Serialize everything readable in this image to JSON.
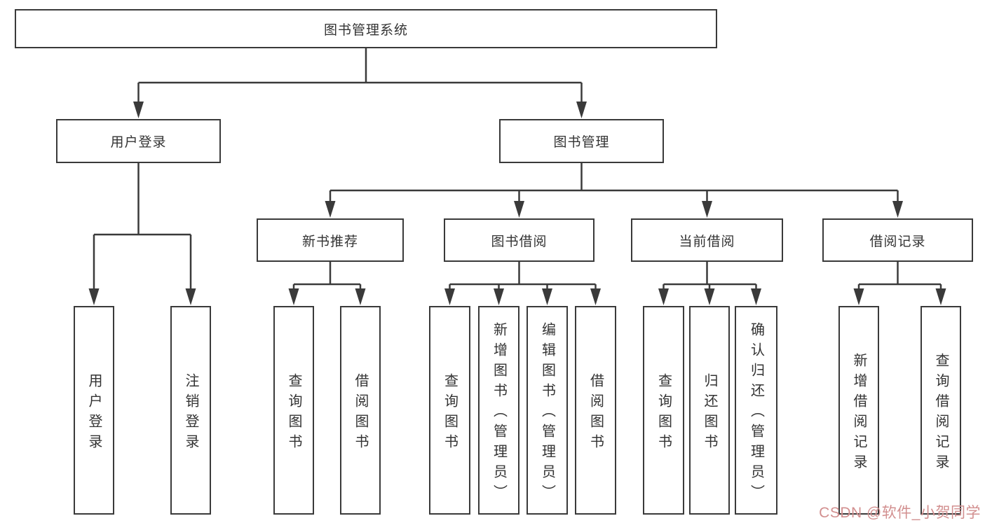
{
  "diagram": {
    "root": {
      "label": "图书管理系统"
    },
    "branches": [
      {
        "label": "用户登录",
        "children": [
          {
            "label": "用户登录"
          },
          {
            "label": "注销登录"
          }
        ]
      },
      {
        "label": "图书管理",
        "children": [
          {
            "label": "新书推荐",
            "children": [
              {
                "label": "查询图书"
              },
              {
                "label": "借阅图书"
              }
            ]
          },
          {
            "label": "图书借阅",
            "children": [
              {
                "label": "查询图书"
              },
              {
                "label": "新增图书（管理员）"
              },
              {
                "label": "编辑图书（管理员）"
              },
              {
                "label": "借阅图书"
              }
            ]
          },
          {
            "label": "当前借阅",
            "children": [
              {
                "label": "查询图书"
              },
              {
                "label": "归还图书"
              },
              {
                "label": "确认归还（管理员）"
              }
            ]
          },
          {
            "label": "借阅记录",
            "children": [
              {
                "label": "新增借阅记录"
              },
              {
                "label": "查询借阅记录"
              }
            ]
          }
        ]
      }
    ]
  },
  "watermark": {
    "text": "CSDN @软件_小贺同学",
    "color": "#d28f8f"
  },
  "colors": {
    "line": "#3a3a3a",
    "border": "#3a3a3a",
    "text": "#333333",
    "background": "#ffffff"
  }
}
